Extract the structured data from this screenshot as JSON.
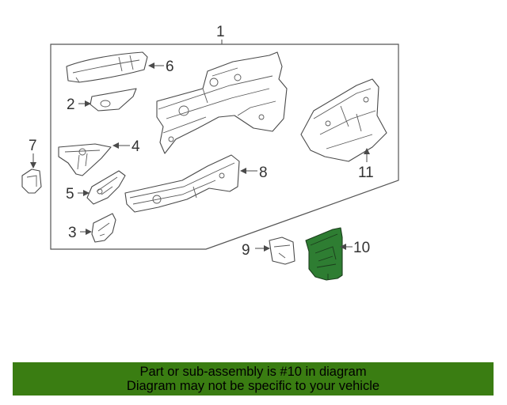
{
  "diagram": {
    "callouts": {
      "c1": "1",
      "c2": "2",
      "c3": "3",
      "c4": "4",
      "c5": "5",
      "c6": "6",
      "c7": "7",
      "c8": "8",
      "c9": "9",
      "c10": "10",
      "c11": "11"
    },
    "highlighted_part": "10",
    "highlight_color": "#2e7d32"
  },
  "banner": {
    "line1": "Part or sub-assembly is #10 in diagram",
    "line2": "Diagram may not be specific to your vehicle",
    "background": "#3a7d12"
  }
}
